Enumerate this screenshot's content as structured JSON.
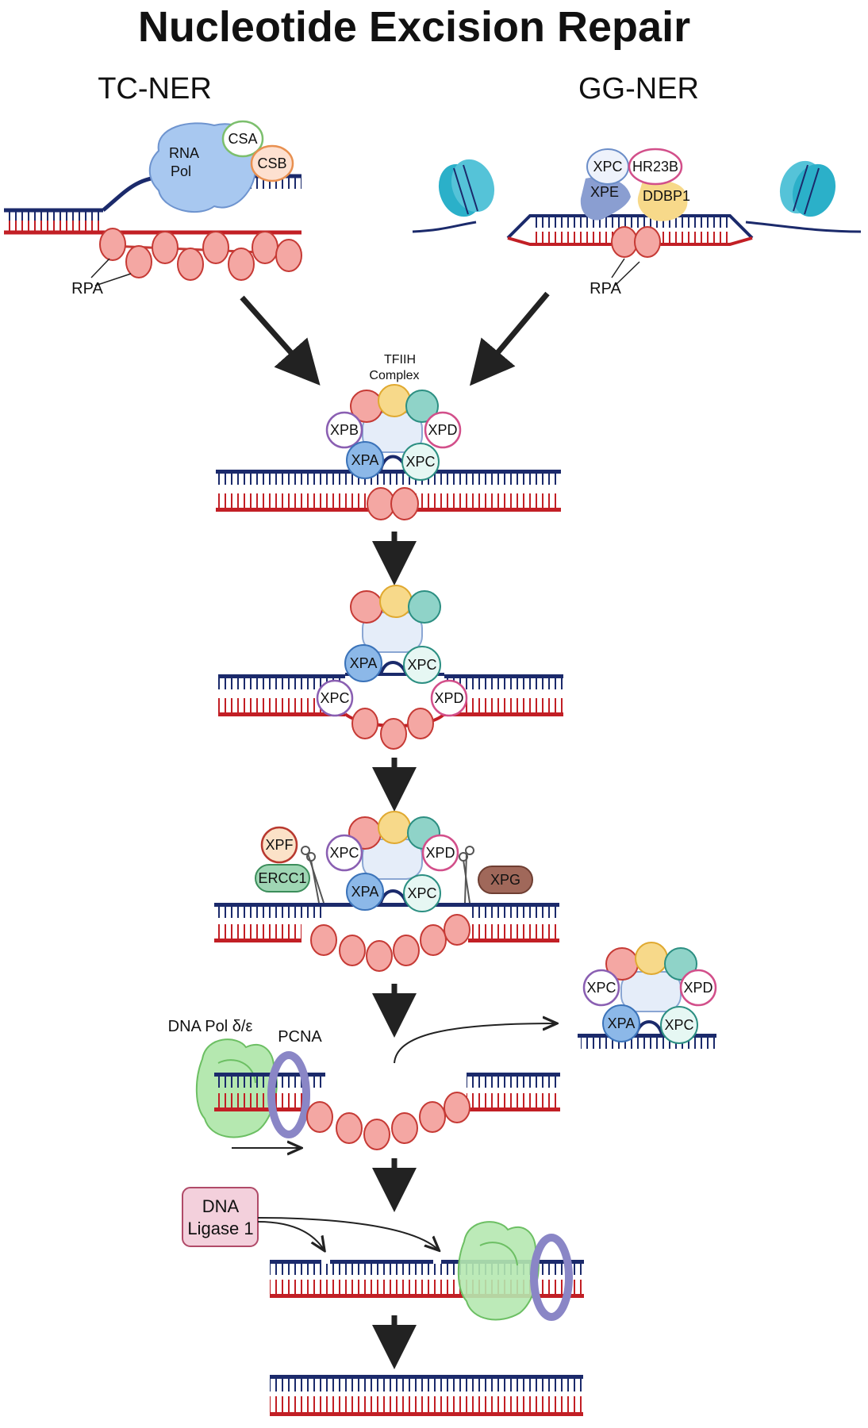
{
  "title": "Nucleotide Excision Repair",
  "pathways": {
    "tc": "TC-NER",
    "gg": "GG-NER"
  },
  "labels": {
    "rna_pol_1": "RNA",
    "rna_pol_2": "Pol",
    "csa": "CSA",
    "csb": "CSB",
    "rpa": "RPA",
    "xpc": "XPC",
    "hr23b": "HR23B",
    "xpe": "XPE",
    "ddbp1": "DDBP1",
    "tfiih_1": "TFIIH",
    "tfiih_2": "Complex",
    "xpb": "XPB",
    "xpd": "XPD",
    "xpa": "XPA",
    "xpf": "XPF",
    "ercc1": "ERCC1",
    "xpg": "XPG",
    "dna_pol": "DNA Pol δ/ε",
    "pcna": "PCNA",
    "ligase_1": "DNA",
    "ligase_2": "Ligase 1"
  },
  "colors": {
    "top_strand": "#1b2a6b",
    "bottom_strand": "#c21f25",
    "rpa_fill": "#f4a7a3",
    "rpa_stroke": "#c63a35",
    "yellow_sub": "#f7d98a",
    "teal_sub": "#8fd3c8",
    "rna_pol": "#a8c8f0",
    "histone": "#2bb0c9",
    "pcna": "#8a86c6",
    "dna_pol": "#b5e8b0",
    "xpg": "#a0685a",
    "ercc1": "#9fd6b4",
    "ligase": "#f3d0dc"
  },
  "icons": [
    "arrow-down-icon",
    "scissors-icon",
    "histone-icon",
    "pcna-ring-icon",
    "dna-polymerase-icon"
  ]
}
